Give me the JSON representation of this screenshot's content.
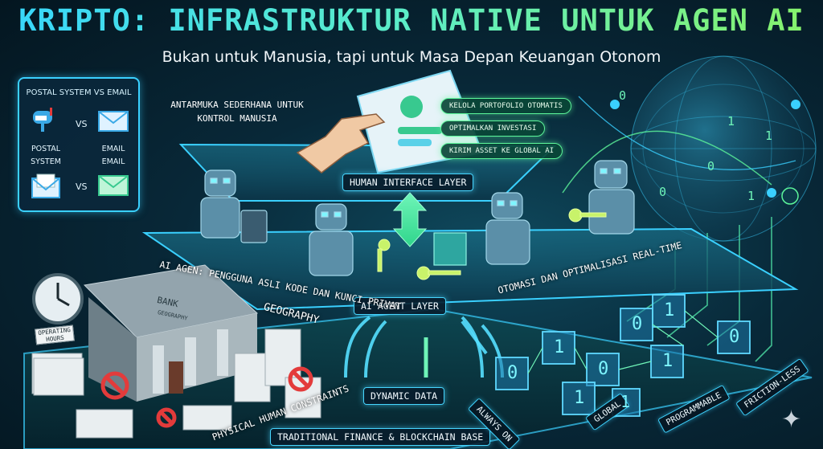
{
  "title": "KRIPTO: INFRASTRUKTUR NATIVE UNTUK AGEN AI",
  "subtitle": "Bukan untuk Manusia, tapi untuk Masa Depan Keuangan Otonom",
  "inset": {
    "title": "POSTAL SYSTEM VS EMAIL",
    "vs_top": "VS",
    "vs_bottom": "VS",
    "label_postal": "POSTAL",
    "label_system": "SYSTEM",
    "label_email_1": "EMAIL",
    "label_email_2": "EMAIL"
  },
  "human_layer": {
    "note": "ANTARMUKA SEDERHANA UNTUK KONTROL MANUSIA",
    "label": "HUMAN INTERFACE LAYER",
    "actions": [
      "KELOLA PORTOFOLIO OTOMATIS",
      "OPTIMALKAN INVESTASI",
      "KIRIM ASSET KE GLOBAL AI"
    ]
  },
  "agent_layer": {
    "label": "AI AGENT LAYER",
    "left_caption": "AI AGEN: PENGGUNA ASLI KODE DAN KUNCI PRIVAT",
    "right_caption": "OTOMASI DAN OPTIMALISASI REAL-TIME"
  },
  "base_layer": {
    "label": "TRADITIONAL FINANCE & BLOCKCHAIN BASE",
    "dynamic_data": "DYNAMIC DATA",
    "geography": "GEOGRAPHY",
    "physical_constraints": "PHYSICAL HUMAN CONSTRAINTS",
    "bank_sign": "BANK",
    "bank_subsign": "GEOGRAPHY",
    "hours_sign": "OPERATING HOURS",
    "tags": [
      "ALWAYS ON",
      "GLOBAL",
      "PROGRAMMABLE",
      "FRICTION-LESS"
    ]
  },
  "blocks": [
    "0",
    "1",
    "0",
    "0",
    "1",
    "1",
    "0",
    "1",
    "1"
  ],
  "globe_bits": [
    "0",
    "1",
    "0",
    "1",
    "0",
    "1"
  ],
  "colors": {
    "cyan": "#3ad0ff",
    "green": "#5cf59a",
    "red": "#e33b3b"
  },
  "icons": {
    "corner": "sparkle-icon"
  }
}
